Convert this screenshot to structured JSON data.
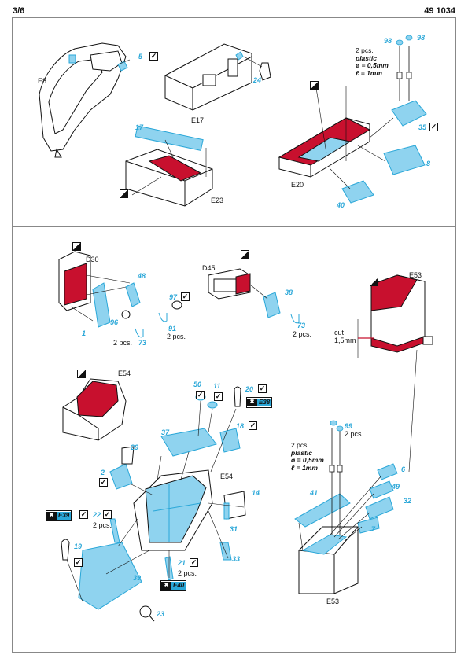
{
  "header": {
    "page": "3/6",
    "code": "49 1034"
  },
  "top": {
    "labels": {
      "e8": "E8",
      "e17": "E17",
      "e23": "E23",
      "e20": "E20"
    },
    "parts": {
      "p5": "5",
      "p24": "24",
      "p17": "17",
      "p98a": "98",
      "p98b": "98",
      "p35": "35",
      "p8": "8",
      "p40": "40"
    },
    "note": {
      "qty": "2 pcs.",
      "material": "plastic",
      "dia": "ø = 0,5mm",
      "len": "ℓ = 1mm"
    }
  },
  "bottom": {
    "labels": {
      "d30": "D30",
      "d45": "D45",
      "e53a": "E53",
      "e54a": "E54",
      "e54b": "E54",
      "e53b": "E53"
    },
    "parts": {
      "p48": "48",
      "p97": "97",
      "p96": "96",
      "p1": "1",
      "p73a": "73",
      "p91": "91",
      "p38": "38",
      "p73b": "73",
      "p50": "50",
      "p11": "11",
      "p20": "20",
      "p37": "37",
      "p18": "18",
      "p29": "29",
      "p2": "2",
      "p14": "14",
      "p22": "22",
      "p31": "31",
      "p19": "19",
      "p21": "21",
      "p33": "33",
      "p39": "39",
      "p23": "23",
      "p99": "99",
      "p41": "41",
      "p6": "6",
      "p49": "49",
      "p32": "32",
      "p7": "7"
    },
    "qty": {
      "q1": "2 pcs.",
      "q2": "2 pcs.",
      "q3": "2 pcs.",
      "q4": "2 pcs.",
      "q5": "2 pcs.",
      "q6": "2 pcs."
    },
    "cut": {
      "word": "cut",
      "size": "1,5mm"
    },
    "refs": {
      "e38": "E38",
      "e39": "E39",
      "e40": "E40"
    },
    "note": {
      "qty": "2 pcs.",
      "material": "plastic",
      "dia": "ø = 0,5mm",
      "len": "ℓ = 1mm"
    }
  },
  "colors": {
    "etch": "#8fd3ef",
    "etch_stroke": "#2aa7d8",
    "paint": "#c8102e",
    "line": "#111111"
  }
}
